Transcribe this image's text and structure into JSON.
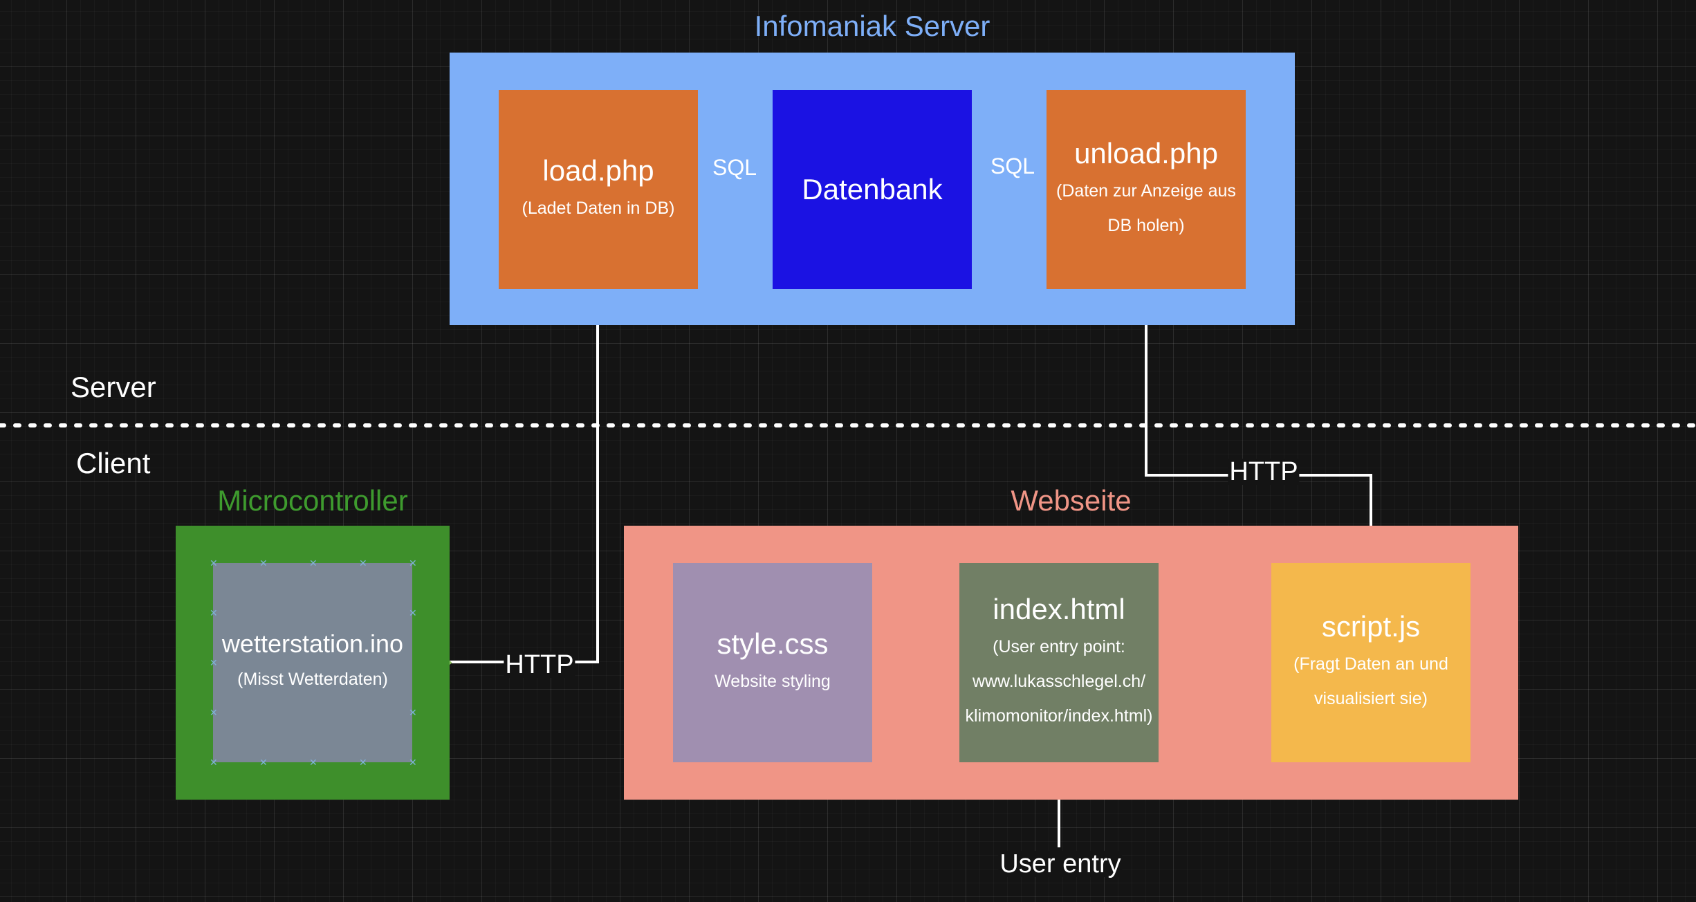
{
  "colors": {
    "background": "#141414",
    "server_group": "#7eaff8",
    "php_box": "#d87131",
    "database_box": "#1b12e3",
    "microcontroller_group": "#3e8f2b",
    "sensor_box": "#7b8795",
    "website_group": "#f09586",
    "css_box": "#a08fb0",
    "html_box": "#717f65",
    "js_box": "#f4b84c",
    "server_title": "#7eaff8",
    "microcontroller_title": "#3e9b2e",
    "website_title": "#f09586"
  },
  "lanes": {
    "server": "Server",
    "client": "Client"
  },
  "groups": {
    "server": {
      "title": "Infomaniak Server"
    },
    "microcontroller": {
      "title": "Microcontroller"
    },
    "website": {
      "title": "Webseite"
    }
  },
  "nodes": {
    "load_php": {
      "title": "load.php",
      "sub": "(Ladet Daten in DB)"
    },
    "datenbank": {
      "title": "Datenbank"
    },
    "unload_php": {
      "title": "unload.php",
      "sub1": "(Daten zur Anzeige aus",
      "sub2": "DB holen)"
    },
    "wetterstation": {
      "title": "wetterstation.ino",
      "sub": "(Misst Wetterdaten)"
    },
    "style_css": {
      "title": "style.css",
      "sub": "Website styling"
    },
    "index_html": {
      "title": "index.html",
      "sub1": "(User entry point:",
      "sub2": "www.lukasschlegel.ch/",
      "sub3": "klimomonitor/index.html)"
    },
    "script_js": {
      "title": "script.js",
      "sub1": "(Fragt Daten an und",
      "sub2": "visualisiert sie)"
    }
  },
  "edges": {
    "load_to_db": "SQL",
    "db_unload": "SQL",
    "micro_to_load": "HTTP",
    "script_to_unload": "HTTP",
    "user_entry": "User entry"
  }
}
